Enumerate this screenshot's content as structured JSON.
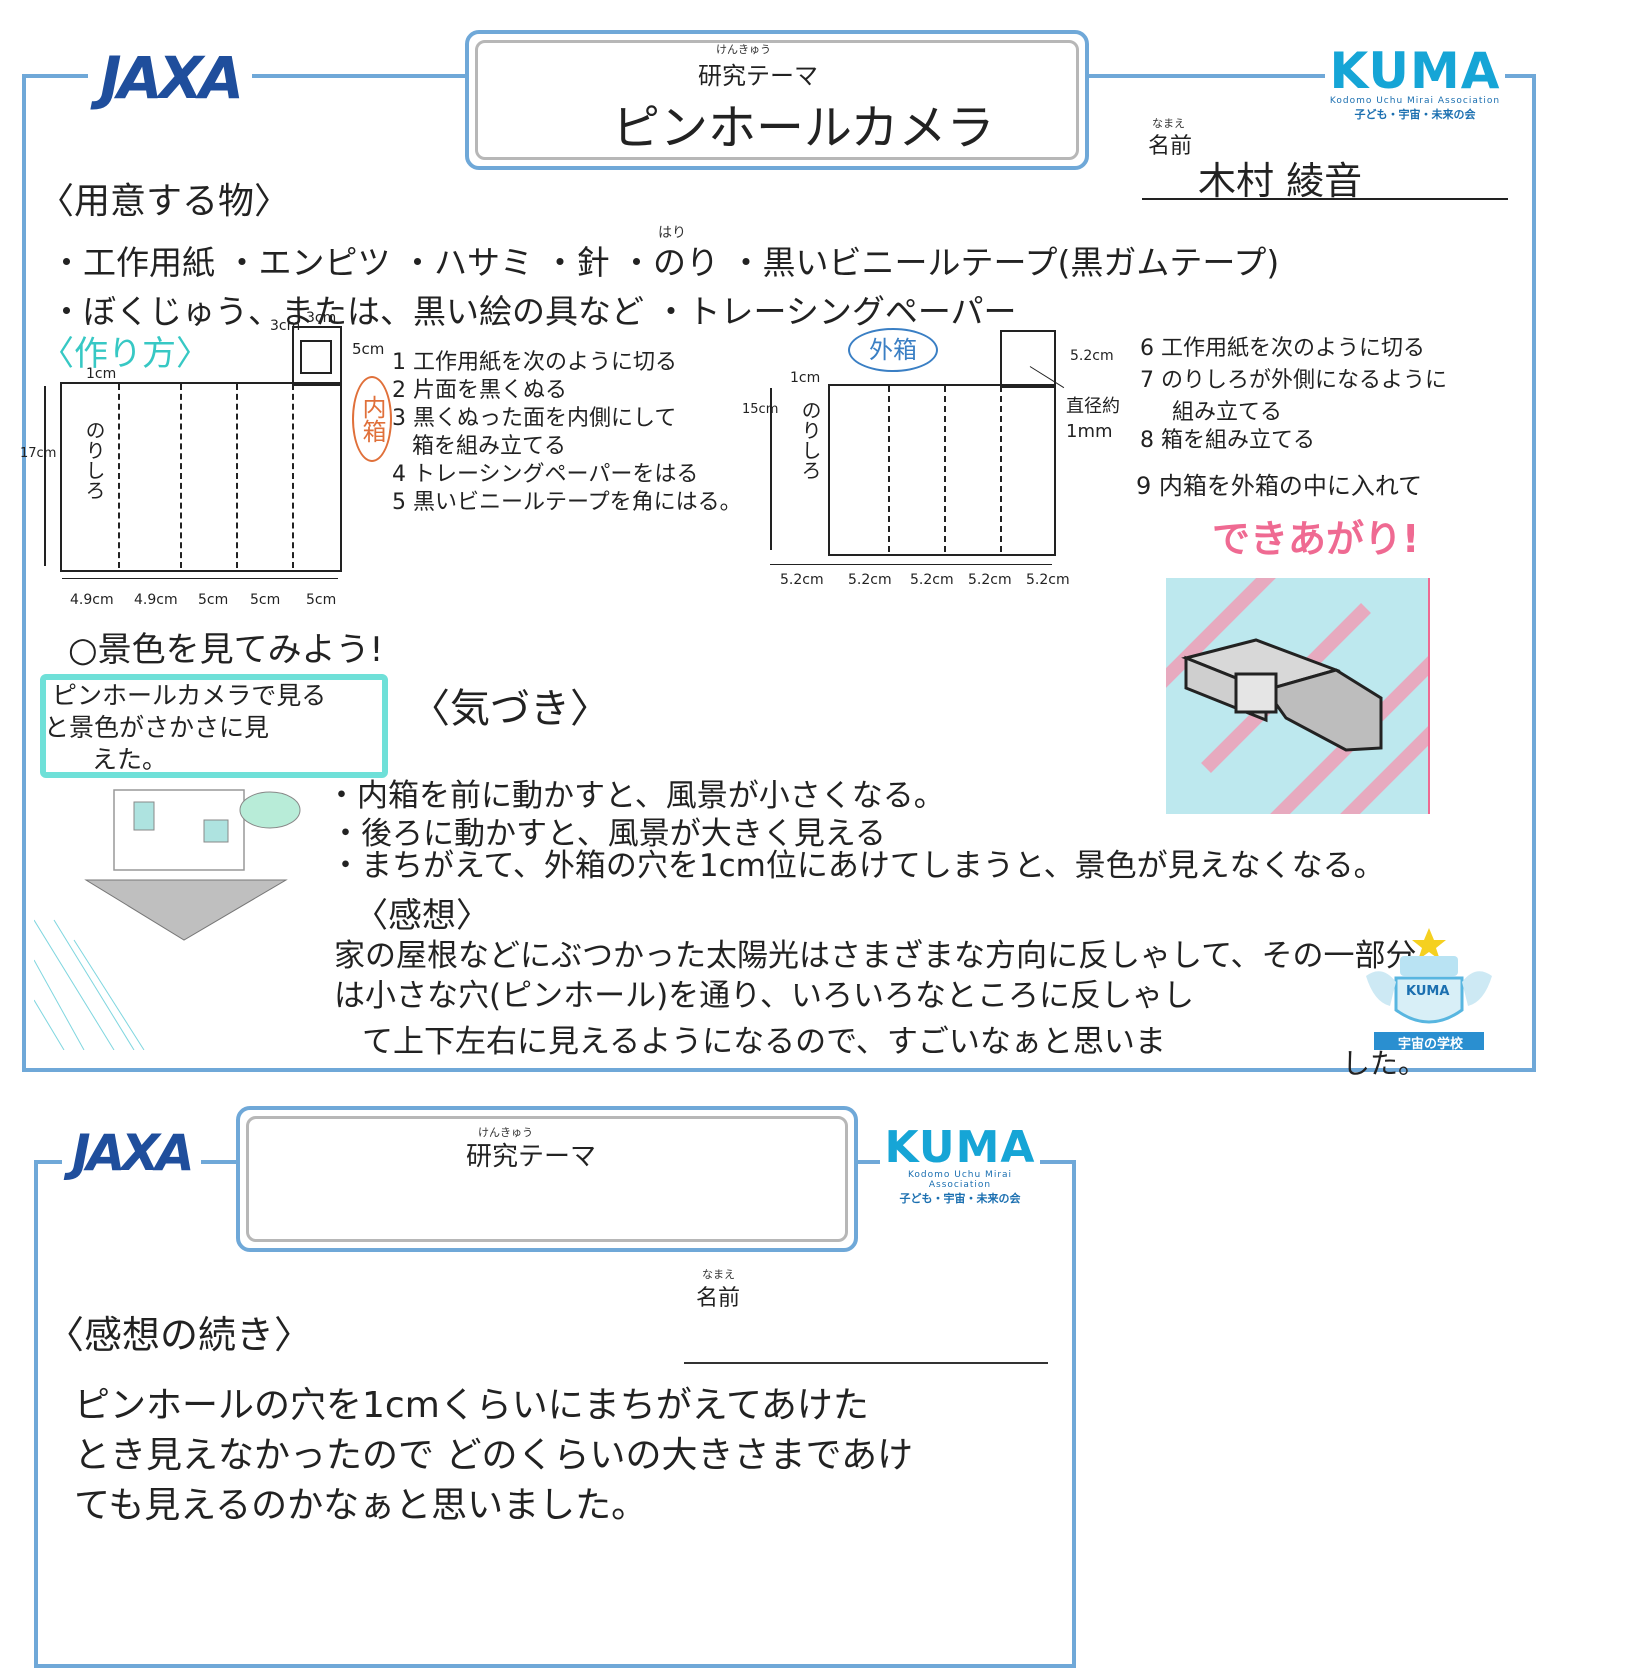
{
  "sheet1": {
    "logo_jaxa": "JAXA",
    "logo_kuma": "KUMA",
    "logo_kuma_en": "Kodomo Uchu Mirai Association",
    "logo_kuma_jp": "子ども・宇宙・未来の会",
    "theme_ruby": "けんきゅう",
    "theme_label": "研究テーマ",
    "theme_title": "ピンホールカメラ",
    "name_ruby": "なまえ",
    "name_label": "名前",
    "name_value": "木村 綾音",
    "materials_heading": "〈用意する物〉",
    "materials_line1": "・工作用紙 ・エンピツ ・ハサミ ・針 ・のり ・黒いビニールテープ(黒ガムテープ)",
    "materials_ruby_needle": "はり",
    "materials_line2": "・ぼくじゅう、または、黒い絵の具など ・トレーシングペーパー",
    "howto_heading": "〈作り方〉",
    "inner_label": "内箱",
    "outer_label": "外箱",
    "glue_label_a": "のりしろ",
    "glue_label_b": "のりしろ",
    "inner_dims": {
      "h17": "17cm",
      "tab1": "1cm",
      "tab3a": "3cm",
      "tab3b": "3cm",
      "tab5": "5cm",
      "widths": [
        "4.9cm",
        "4.9cm",
        "5cm",
        "5cm",
        "5cm"
      ]
    },
    "outer_dims": {
      "h15": "15cm",
      "tab1": "1cm",
      "tab52": "5.2cm",
      "hole": "直径約1mm",
      "widths": [
        "5.2cm",
        "5.2cm",
        "5.2cm",
        "5.2cm",
        "5.2cm"
      ]
    },
    "inner_steps": [
      "1 工作用紙を次のように切る",
      "2 片面を黒くぬる",
      "3 黒くぬった面を内側にして",
      "箱を組み立てる",
      "4 トレーシングペーパーをはる",
      "5 黒いビニールテープを角にはる。"
    ],
    "outer_steps": [
      "6 工作用紙を次のように切る",
      "7 のりしろが外側になるように",
      "組み立てる",
      "8 箱を組み立てる",
      "9 内箱を外箱の中に入れて"
    ],
    "done_text": "できあがり!",
    "view_line": "○景色を見てみよう!",
    "view_note": [
      "ピンホールカメラで見る",
      "と景色がさかさに見",
      "えた。"
    ],
    "notice_heading": "〈気づき〉",
    "notices": [
      "・内箱を前に動かすと、風景が小さくなる。",
      "・後ろに動かすと、風景が大きく見える",
      "・まちがえて、外箱の穴を1cm位にあけてしまうと、景色が見えなくなる。"
    ],
    "impression_heading": "〈感想〉",
    "impression_lines": [
      "家の屋根などにぶつかった太陽光はさまざまな方向に反しゃして、その一部分",
      "は小さな穴(ピンホール)を通り、いろいろなところに反しゃし",
      "て上下左右に見えるようになるので、すごいなぁと思いま",
      "した。"
    ],
    "badge_text": "KUMA",
    "badge_caption": "宇宙の学校"
  },
  "sheet2": {
    "logo_jaxa": "JAXA",
    "logo_kuma": "KUMA",
    "logo_kuma_en": "Kodomo Uchu Mirai Association",
    "logo_kuma_jp": "子ども・宇宙・未来の会",
    "theme_ruby": "けんきゅう",
    "theme_label": "研究テーマ",
    "name_ruby": "なまえ",
    "name_label": "名前",
    "heading": "〈感想の続き〉",
    "lines": [
      "ピンホールの穴を1cmくらいにまちがえてあけた",
      "とき見えなかったので どのくらいの大きさまであけ",
      "ても見えるのかなぁと思いました。"
    ]
  },
  "colors": {
    "frame": "#6fa8d8",
    "accent_cyan": "#37c8c4",
    "pink": "#ef6a92",
    "orange": "#e0703a",
    "blue_text": "#3a7fc4"
  }
}
